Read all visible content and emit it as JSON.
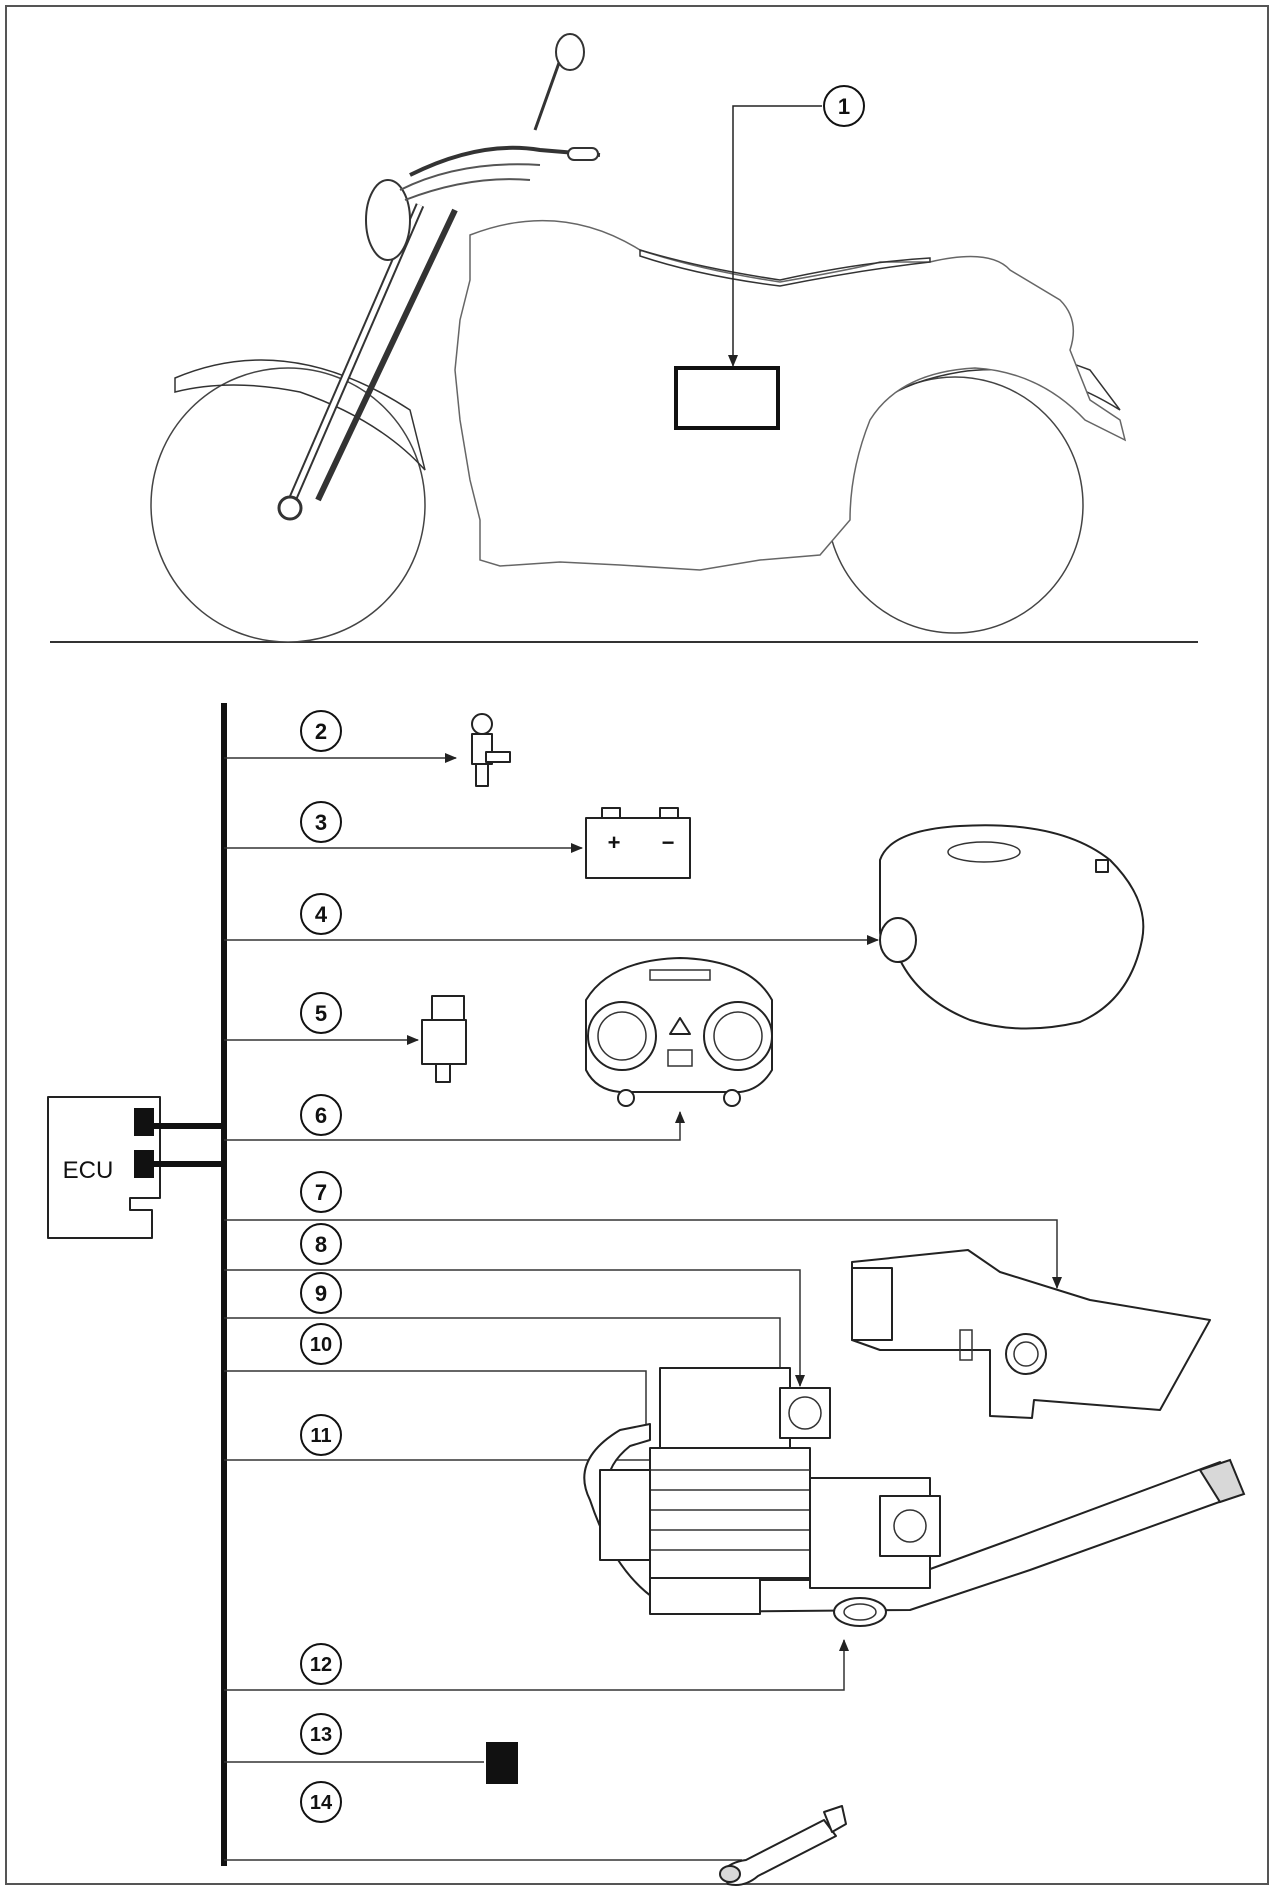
{
  "diagram": {
    "ecu_label": "ECU",
    "callouts": [
      {
        "id": "1"
      },
      {
        "id": "2"
      },
      {
        "id": "3"
      },
      {
        "id": "4"
      },
      {
        "id": "5"
      },
      {
        "id": "6"
      },
      {
        "id": "7"
      },
      {
        "id": "8"
      },
      {
        "id": "9"
      },
      {
        "id": "10"
      },
      {
        "id": "11"
      },
      {
        "id": "12"
      },
      {
        "id": "13"
      },
      {
        "id": "14"
      }
    ],
    "battery_symbols": {
      "plus": "+",
      "minus": "−"
    }
  }
}
